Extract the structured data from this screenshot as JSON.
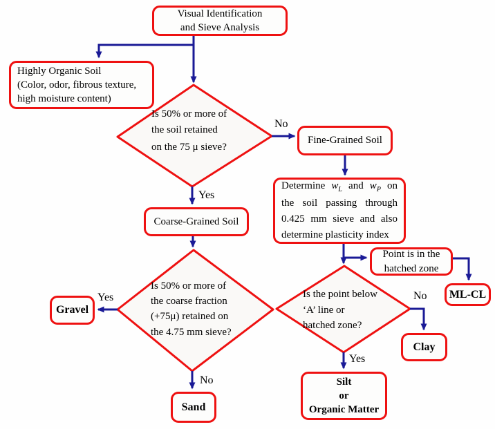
{
  "title": "Visual Identification and Sieve Analysis flowchart",
  "colors": {
    "box_border": "#ee1111",
    "arrow": "#1a1a96",
    "text": "#000000",
    "diamond_fill": "#faf9f7"
  },
  "boxes": {
    "visual": {
      "lines": [
        "Visual Identification",
        "and Sieve Analysis"
      ]
    },
    "organic": {
      "lines": [
        "Highly Organic Soil",
        "(Color, odor, fibrous texture,",
        "high moisture content)"
      ]
    },
    "fine": {
      "label": "Fine-Grained Soil"
    },
    "determine": {
      "text_before": "Determine",
      "w1": "w",
      "sub1": "L",
      "mid": "and",
      "w2": "w",
      "sub2": "P",
      "text_after": "on the soil passing through 0.425 mm sieve and also determine plasticity index"
    },
    "hatched": {
      "lines": [
        "Point is in the",
        "hatched zone"
      ]
    },
    "mlcl": {
      "label": "ML-CL"
    },
    "clay": {
      "label": "Clay"
    },
    "silt": {
      "lines": [
        "Silt",
        "or",
        "Organic Matter"
      ]
    },
    "coarse": {
      "label": "Coarse-Grained Soil"
    },
    "gravel": {
      "label": "Gravel"
    },
    "sand": {
      "label": "Sand"
    }
  },
  "diamonds": {
    "d1": {
      "lines": [
        "Is 50% or more of",
        "the soil retained",
        "on the 75 μ sieve?"
      ]
    },
    "d2": {
      "lines": [
        "Is the point below",
        "‘A’ line or",
        "hatched zone?"
      ]
    },
    "d3": {
      "lines": [
        "Is 50% or more of",
        "the coarse fraction",
        "(+75μ) retained on",
        "the 4.75 mm sieve?"
      ]
    }
  },
  "labels": {
    "no1": "No",
    "yes1": "Yes",
    "no2": "No",
    "yes2": "Yes",
    "yes3": "Yes",
    "no3": "No"
  }
}
